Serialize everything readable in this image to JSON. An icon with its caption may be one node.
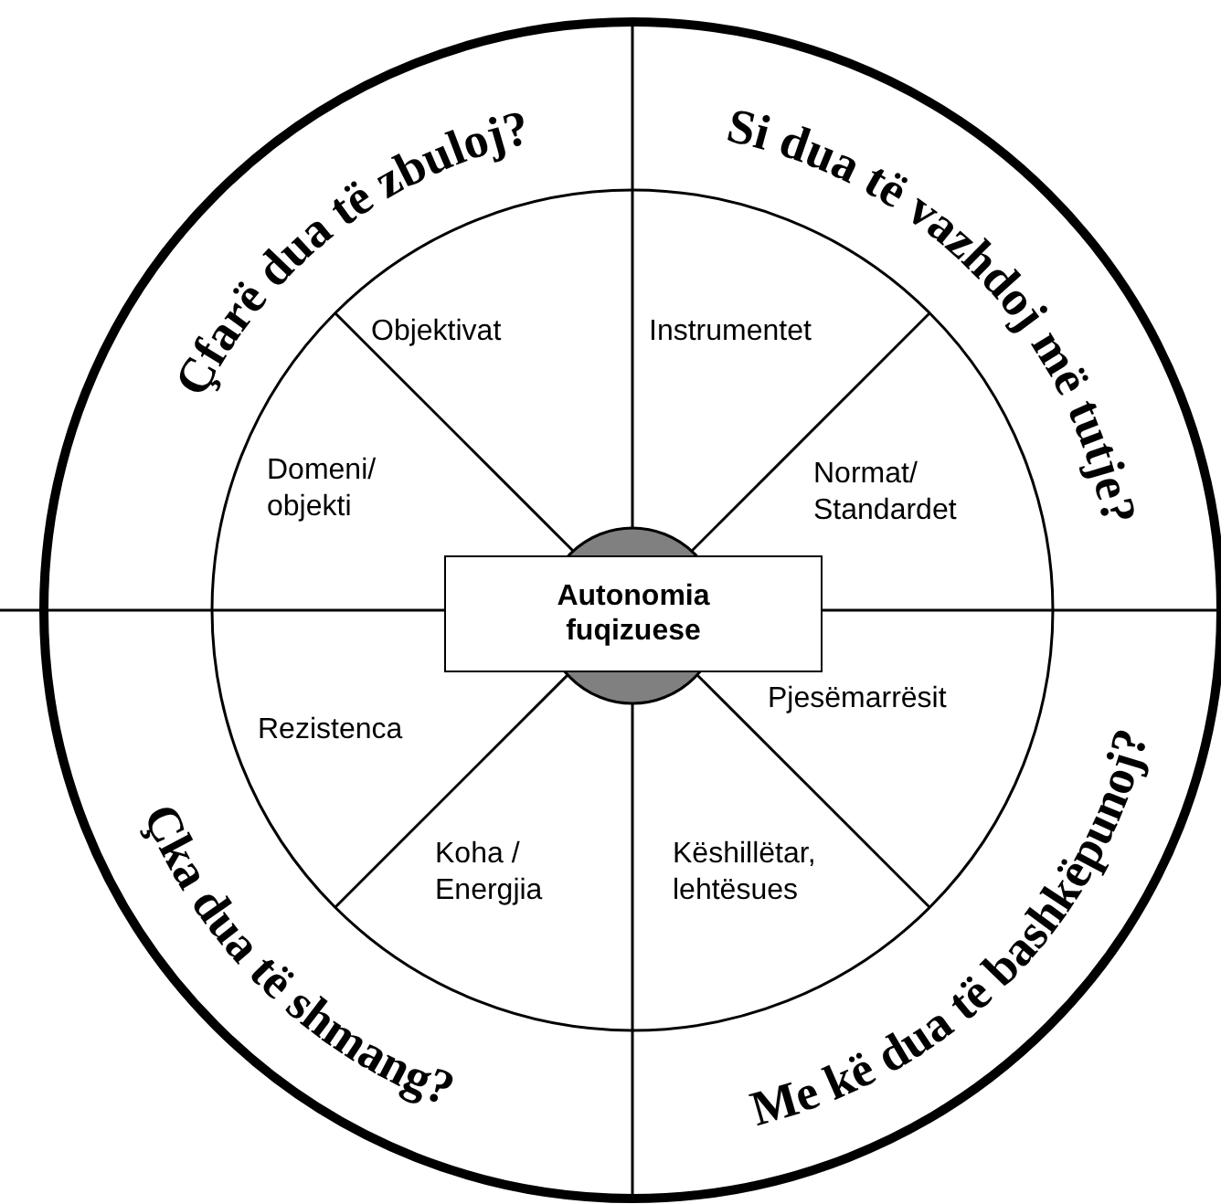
{
  "diagram": {
    "nodes": [
      {
        "text": [
          "Çfarë dua të zbuloj?"
        ]
      },
      {
        "text": [
          "Si dua të vazhdoj më tutje?"
        ]
      },
      {
        "text": [
          "Objektivat"
        ]
      },
      {
        "text": [
          "Instrumentet"
        ]
      },
      {
        "text": [
          "Domeni/ objekti"
        ]
      },
      {
        "text": [
          "Normat/ Standardet"
        ]
      },
      {
        "text": [
          "Autonomia fuqizuese"
        ]
      },
      {
        "text": [
          "Rezistenca"
        ]
      },
      {
        "text": [
          "Pjesëmarrësit"
        ]
      },
      {
        "text": [
          "Koha / Energjia"
        ]
      },
      {
        "text": [
          "Këshillëtar, lehtësues"
        ]
      },
      {
        "text": [
          "Çka dua të shmang?"
        ]
      },
      {
        "text": [
          "Me kë dua të bashkëpunoj?"
        ]
      }
    ]
  }
}
